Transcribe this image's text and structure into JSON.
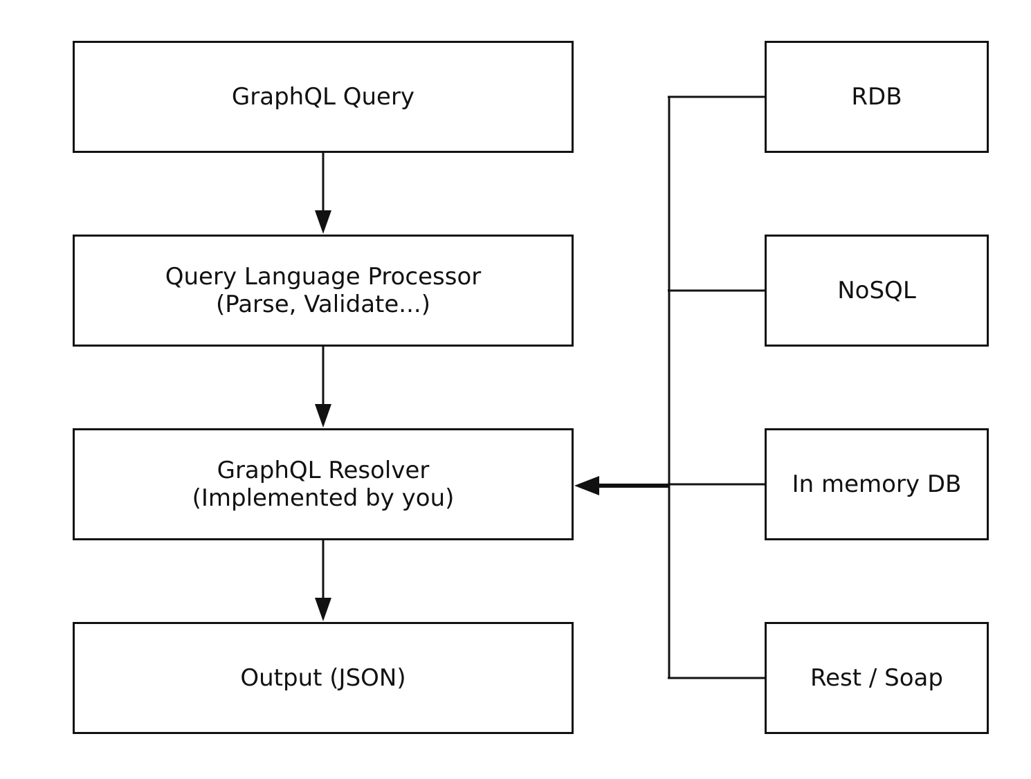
{
  "pipeline": {
    "query": {
      "line1": "GraphQL Query"
    },
    "processor": {
      "line1": "Query Language Processor",
      "line2": "(Parse, Validate...)"
    },
    "resolver": {
      "line1": "GraphQL Resolver",
      "line2": "(Implemented by you)"
    },
    "output": {
      "line1": "Output (JSON)"
    }
  },
  "sources": [
    {
      "label": "RDB"
    },
    {
      "label": "NoSQL"
    },
    {
      "label": "In memory DB"
    },
    {
      "label": "Rest / Soap"
    }
  ],
  "colors": {
    "stroke": "#111111",
    "background": "#ffffff"
  }
}
